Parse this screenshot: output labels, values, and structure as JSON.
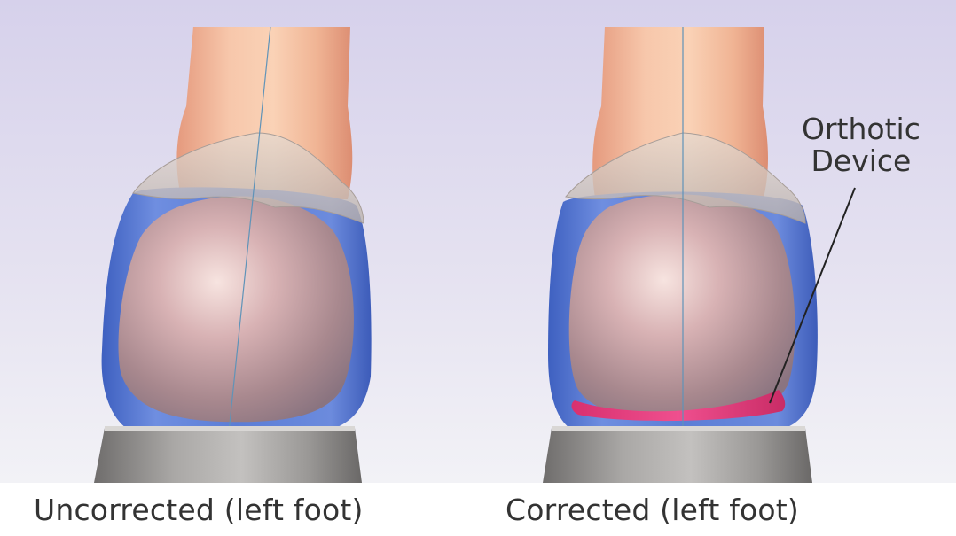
{
  "panels": [
    {
      "caption": "Uncorrected (left foot)"
    },
    {
      "caption": "Corrected (left foot)"
    }
  ],
  "callout": {
    "line1": "Orthotic",
    "line2": "Device"
  },
  "colors": {
    "background_top": "#d7d2ec",
    "background_bottom": "#f1f1f6",
    "skin": "#f2b9a0",
    "shoe_blue": "#4f73cf",
    "heel_cup": "#cfc8c2",
    "orthotic": "#e23b7c",
    "base": "#8f8c8a",
    "text": "#333333"
  }
}
